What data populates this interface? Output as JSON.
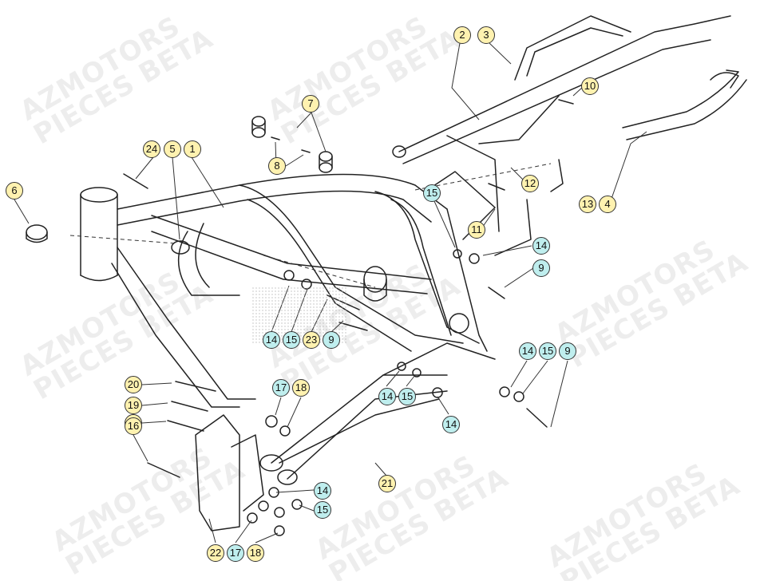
{
  "watermarks": [
    {
      "line1": "AZMOTORS",
      "line2": "PIECES BETA"
    },
    {
      "line1": "AZMOTORS",
      "line2": "PIECES BETA"
    },
    {
      "line1": "AZMOTORS",
      "line2": "PIECES BETA"
    },
    {
      "line1": "AZMOTORS",
      "line2": "PIECES BETA"
    },
    {
      "line1": "AZMOTORS",
      "line2": "PIECES BETA"
    },
    {
      "line1": "AZMOTORS",
      "line2": "PIECES BETA"
    },
    {
      "line1": "AZMOTORS",
      "line2": "PIECES BETA"
    },
    {
      "line1": "AZMOTORS",
      "line2": "PIECES BETA"
    }
  ],
  "colors": {
    "yellow_callout": "#fff2b0",
    "cyan_callout": "#bfeeee",
    "line": "#333333"
  },
  "callouts": [
    {
      "num": "2",
      "style": "yellow"
    },
    {
      "num": "3",
      "style": "yellow"
    },
    {
      "num": "10",
      "style": "yellow"
    },
    {
      "num": "7",
      "style": "yellow"
    },
    {
      "num": "8",
      "style": "yellow"
    },
    {
      "num": "24",
      "style": "yellow"
    },
    {
      "num": "5",
      "style": "yellow"
    },
    {
      "num": "1",
      "style": "yellow"
    },
    {
      "num": "6",
      "style": "yellow"
    },
    {
      "num": "12",
      "style": "yellow"
    },
    {
      "num": "15",
      "style": "cyan"
    },
    {
      "num": "13",
      "style": "yellow"
    },
    {
      "num": "4",
      "style": "yellow"
    },
    {
      "num": "11",
      "style": "yellow"
    },
    {
      "num": "14",
      "style": "cyan"
    },
    {
      "num": "9",
      "style": "cyan"
    },
    {
      "num": "14",
      "style": "cyan"
    },
    {
      "num": "15",
      "style": "cyan"
    },
    {
      "num": "23",
      "style": "yellow"
    },
    {
      "num": "9",
      "style": "cyan"
    },
    {
      "num": "14",
      "style": "cyan"
    },
    {
      "num": "15",
      "style": "cyan"
    },
    {
      "num": "9",
      "style": "cyan"
    },
    {
      "num": "20",
      "style": "yellow"
    },
    {
      "num": "17",
      "style": "cyan"
    },
    {
      "num": "18",
      "style": "yellow"
    },
    {
      "num": "14",
      "style": "cyan"
    },
    {
      "num": "15",
      "style": "cyan"
    },
    {
      "num": "19",
      "style": "yellow"
    },
    {
      "num": "19",
      "style": "yellow"
    },
    {
      "num": "14",
      "style": "cyan"
    },
    {
      "num": "16",
      "style": "yellow"
    },
    {
      "num": "21",
      "style": "yellow"
    },
    {
      "num": "14",
      "style": "cyan"
    },
    {
      "num": "15",
      "style": "cyan"
    },
    {
      "num": "22",
      "style": "yellow"
    },
    {
      "num": "17",
      "style": "cyan"
    },
    {
      "num": "18",
      "style": "yellow"
    }
  ]
}
